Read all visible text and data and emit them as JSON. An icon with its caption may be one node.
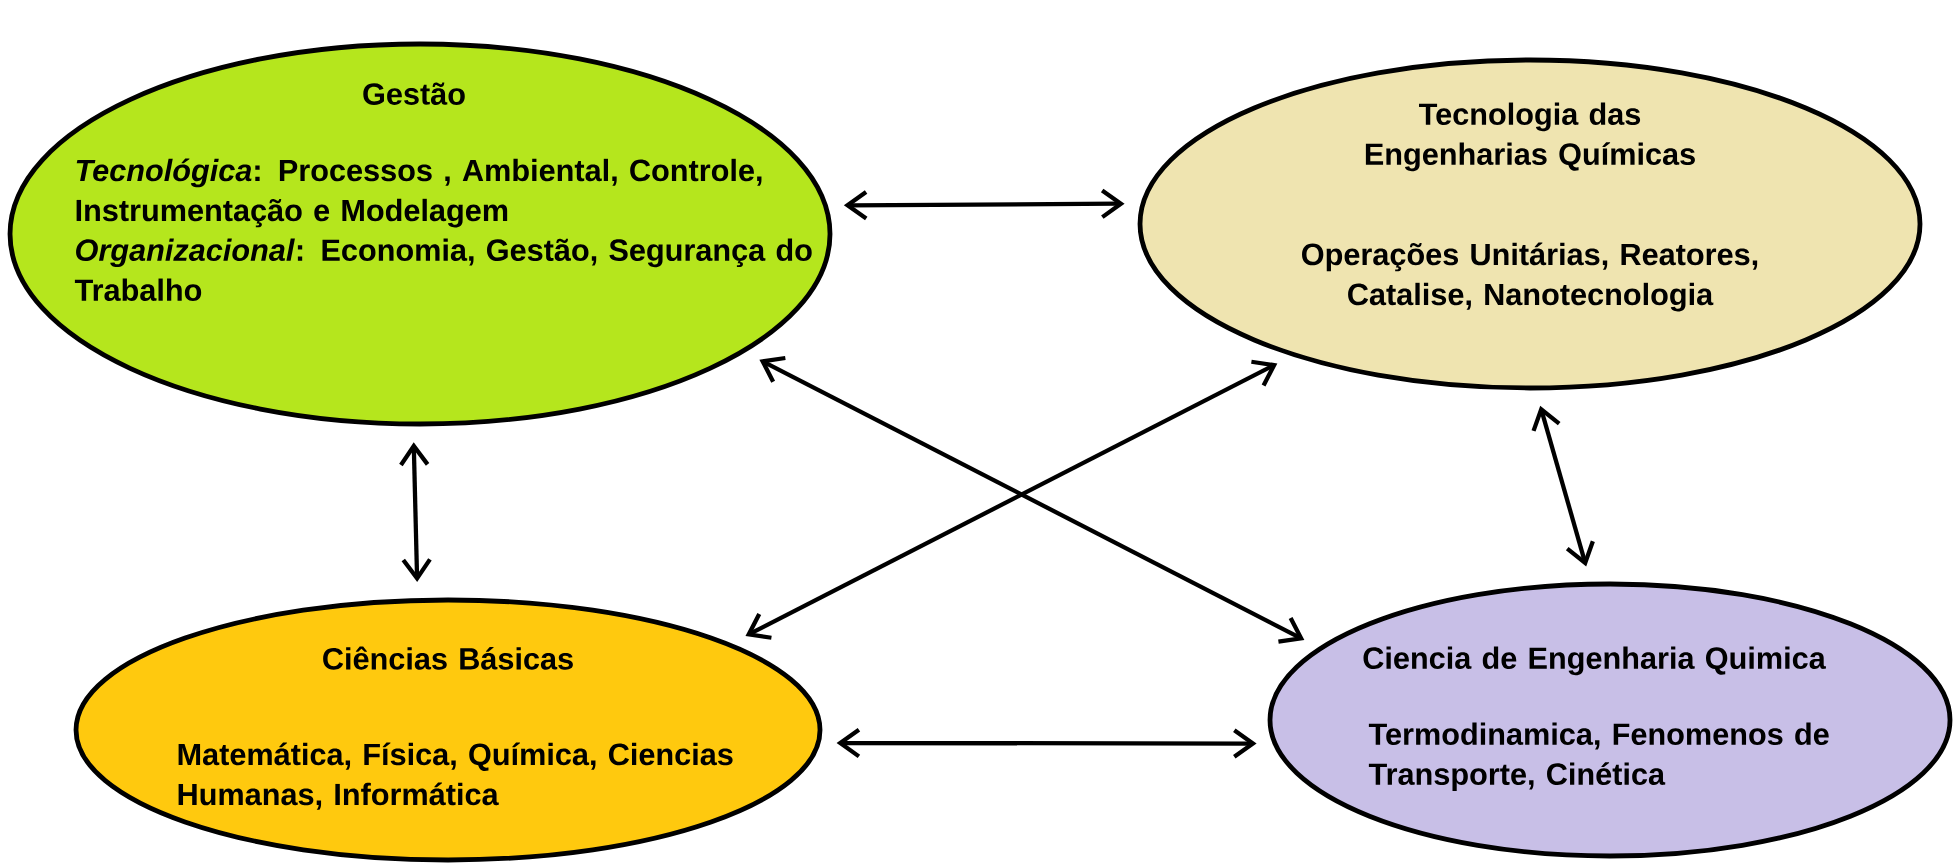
{
  "diagram": {
    "nodes": [
      {
        "text": [
          "Gestão",
          "*Tecnológica*: Processos , Ambiental, Controle, Instrumentação e Modelagem",
          "*Organizacional*: Economia, Gestão, Segurança do Trabalho"
        ]
      },
      {
        "text": [
          "Tecnologia das Engenharias Químicas",
          "Operações Unitárias, Reatores, Catalise, Nanotecnologia"
        ]
      },
      {
        "text": [
          "Ciências Básicas",
          "Matemática, Física, Química, Ciencias Humanas, Informática"
        ]
      },
      {
        "text": [
          "Ciencia de Engenharia Quimica",
          "Termodinamica, Fenomenos de Transporte, Cinética"
        ]
      }
    ],
    "edges": [
      {
        "from": 0,
        "to": 1,
        "arrow": "both"
      },
      {
        "from": 0,
        "to": 2,
        "arrow": "both"
      },
      {
        "from": 0,
        "to": 3,
        "arrow": "both"
      },
      {
        "from": 1,
        "to": 2,
        "arrow": "both"
      },
      {
        "from": 1,
        "to": 3,
        "arrow": "both"
      },
      {
        "from": 2,
        "to": 3,
        "arrow": "both"
      }
    ]
  }
}
